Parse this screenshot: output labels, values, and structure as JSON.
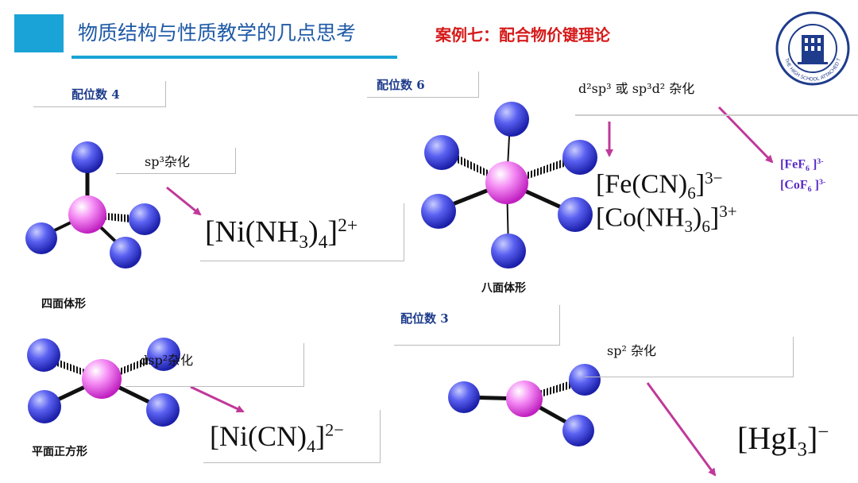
{
  "header": {
    "title": "物质结构与性质教学的几点思考",
    "case_title": "案例七：配合物价键理论",
    "logo_text": "THE HIGH SCHOOL ATTACHED TO JSNU"
  },
  "sections": {
    "cn4": {
      "coordination_label": "配位数 4",
      "hybrid_tetra": "sp³杂化",
      "formula_tetra": {
        "open": "[Ni(NH",
        "sub1": "3",
        "mid": ")",
        "sub2": "4",
        "close": "]",
        "charge": "2+"
      },
      "shape_tetra": "四面体形",
      "hybrid_square": "dsp²杂化",
      "formula_square": {
        "open": "[Ni(CN)",
        "sub1": "4",
        "close": "]",
        "charge": "2−"
      },
      "shape_square": "平面正方形"
    },
    "cn6": {
      "coordination_label": "配位数 6",
      "hybrid": "d²sp³ 或 sp³d² 杂化",
      "formula_fe": {
        "open": "[Fe(CN)",
        "sub1": "6",
        "close": "]",
        "charge": "3−"
      },
      "formula_co": {
        "open": "[Co(NH",
        "sub1": "3",
        "mid": ")",
        "sub2": "6",
        "close": "]",
        "charge": "3+"
      },
      "side_fe": {
        "open": "[FeF",
        "sub1": "6",
        "close": " ]",
        "charge": "3-"
      },
      "side_co": {
        "open": "[CoF",
        "sub1": "6",
        "close": " ]",
        "charge": "3-"
      },
      "shape": "八面体形"
    },
    "cn3": {
      "coordination_label": "配位数 3",
      "hybrid": "sp² 杂化",
      "formula": {
        "open": "[HgI",
        "sub1": "3",
        "close": "]",
        "charge": "−"
      }
    }
  },
  "colors": {
    "accent_blue": "#1aa3d6",
    "title_blue": "#1f5aa6",
    "case_red": "#d51a1a",
    "arrow_magenta": "#c0399a",
    "ligand_blue": "#3f45e0",
    "center_pink": "#ee55ee"
  }
}
